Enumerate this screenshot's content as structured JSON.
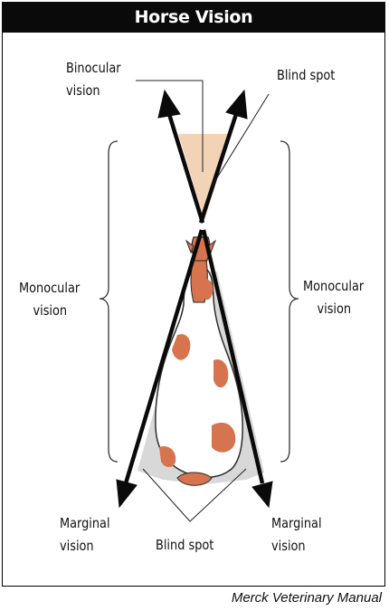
{
  "title": "Horse Vision",
  "labels": {
    "binocular": [
      "Binocular",
      "vision"
    ],
    "blind_spot_top": "Blind spot",
    "monocular_left": [
      "Monocular",
      "vision"
    ],
    "monocular_right": [
      "Monocular",
      "vision"
    ],
    "marginal_left": [
      "Marginal",
      "vision"
    ],
    "marginal_right": [
      "Marginal",
      "vision"
    ],
    "blind_spot_bottom": "Blind spot"
  },
  "credit": "Merck Veterinary Manual",
  "colors": {
    "binocular_field": "#f3d3b6",
    "rear_blind_field": "#cfcfcf",
    "horse_patch": "#d5744e",
    "horse_outline": "#2b2b2b",
    "arrow": "#0a0a0a"
  }
}
